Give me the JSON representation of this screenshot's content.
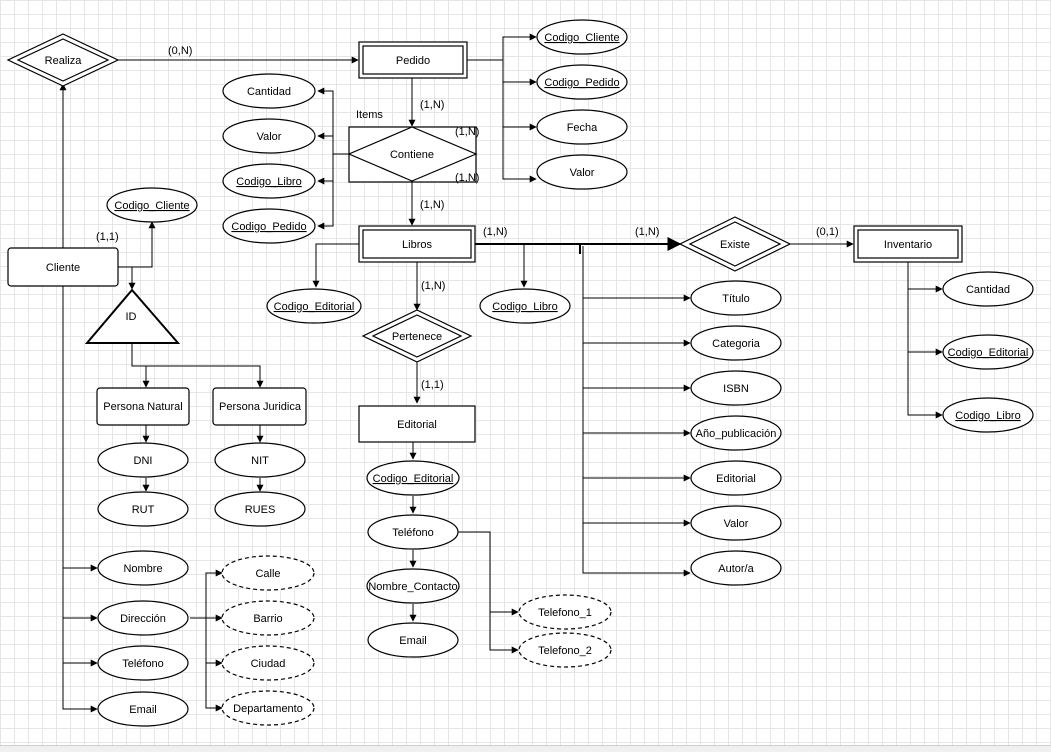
{
  "diagram": {
    "entities": {
      "pedido": "Pedido",
      "libros": "Libros",
      "inventario": "Inventario",
      "cliente": "Cliente",
      "editorial": "Editorial",
      "persona_natural": "Persona Natural",
      "persona_juridica": "Persona Juridica"
    },
    "relationships": {
      "realiza": "Realiza",
      "contiene": "Contiene",
      "pertenece": "Pertenece",
      "existe": "Existe"
    },
    "specialization": "ID",
    "items_label": "Items",
    "attributes": {
      "pedido_codigo_cliente": "Codigo_Cliente",
      "pedido_codigo_pedido": "Codigo_Pedido",
      "pedido_fecha": "Fecha",
      "pedido_valor": "Valor",
      "items_cantidad": "Cantidad",
      "items_valor": "Valor",
      "items_codigo_libro": "Codigo_Libro",
      "items_codigo_pedido": "Codigo_Pedido",
      "cliente_codigo_cliente": "Codigo_Cliente",
      "libros_codigo_editorial": "Codigo_Editorial",
      "libros_codigo_libro": "Codigo_Libro",
      "libros_titulo": "Título",
      "libros_categoria": "Categoria",
      "libros_isbn": "ISBN",
      "libros_anio": "Año_publicación",
      "libros_editorial": "Editorial",
      "libros_valor": "Valor",
      "libros_autor": "Autor/a",
      "inventario_cantidad": "Cantidad",
      "inventario_codigo_editorial": "Codigo_Editorial",
      "inventario_codigo_libro": "Codigo_Libro",
      "natural_dni": "DNI",
      "natural_rut": "RUT",
      "juridica_nit": "NIT",
      "juridica_rues": "RUES",
      "cliente_nombre": "Nombre",
      "cliente_direccion": "Dirección",
      "cliente_telefono": "Teléfono",
      "cliente_email": "Email",
      "direccion_calle": "Calle",
      "direccion_barrio": "Barrio",
      "direccion_ciudad": "Ciudad",
      "direccion_departamento": "Departamento",
      "editorial_codigo_editorial": "Codigo_Editorial",
      "editorial_telefono": "Teléfono",
      "editorial_nombre_contacto": "Nombre_Contacto",
      "editorial_email": "Email",
      "telefono_1": "Telefono_1",
      "telefono_2": "Telefono_2"
    },
    "cardinalities": {
      "realiza_pedido": "(0,N)",
      "pedido_contiene": "(1,N)",
      "contiene_right_top": "(1,N)",
      "contiene_right_bottom": "(1,N)",
      "contiene_libros": "(1,N)",
      "libros_right": "(1,N)",
      "libros_existe": "(1,N)",
      "existe_inventario": "(0,1)",
      "cliente_realiza": "(1,1)",
      "libros_pertenece": "(1,N)",
      "pertenece_editorial": "(1,1)"
    }
  }
}
